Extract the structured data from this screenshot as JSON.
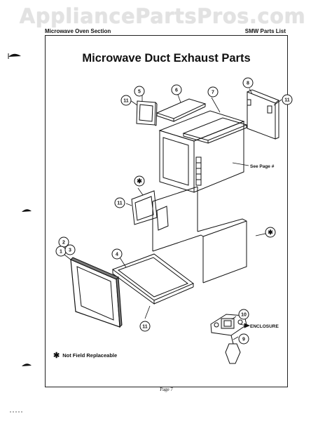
{
  "watermark": "AppliancePartsPros.com",
  "header": {
    "section": "Microwave Oven Section",
    "list": "SMW Parts List"
  },
  "title": "Microwave Duct Exhaust Parts",
  "callouts": {
    "c5": "5",
    "c11a": "11",
    "c6": "6",
    "c7": "7",
    "c8": "8",
    "c11b": "11",
    "cStarA": "✱",
    "c11c": "11",
    "cStarB": "✱",
    "c2": "2",
    "c1": "1",
    "c3": "3",
    "c4": "4",
    "c11d": "11",
    "c10": "10",
    "c9": "9"
  },
  "labels": {
    "see_page": "See Page #",
    "enclosure": "ENCLOSURE"
  },
  "note": {
    "symbol": "✱",
    "text": "Not Field Replaceable"
  },
  "footer": {
    "page": "Page 7"
  }
}
